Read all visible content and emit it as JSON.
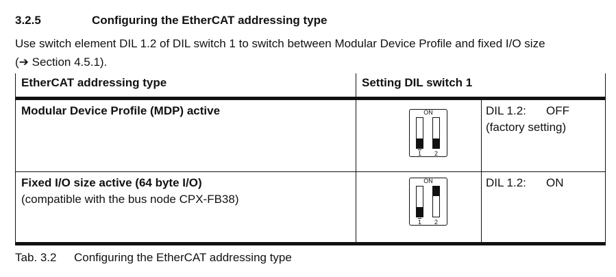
{
  "section": {
    "number": "3.2.5",
    "title": "Configuring the EtherCAT addressing type",
    "intro": "Use switch element DIL 1.2 of DIL switch 1 to switch between Modular Device Profile and fixed I/O size",
    "arrow": "➔",
    "reference": "Section 4.5.1)."
  },
  "table": {
    "headers": [
      "EtherCAT addressing type",
      "Setting DIL switch 1"
    ],
    "rows": [
      {
        "type_bold": "Modular Device Profile (MDP) active",
        "type_note": "",
        "switch_on_label": "ON",
        "switch_1": "off",
        "switch_2": "off",
        "num_1": "1",
        "num_2": "2",
        "setting_label": "DIL 1.2:",
        "setting_value": "OFF",
        "setting_note": "(factory setting)"
      },
      {
        "type_bold": "Fixed I/O size active (64 byte I/O)",
        "type_note": "(compatible with the bus node CPX-FB38)",
        "switch_on_label": "ON",
        "switch_1": "off",
        "switch_2": "on",
        "num_1": "1",
        "num_2": "2",
        "setting_label": "DIL 1.2:",
        "setting_value": "ON",
        "setting_note": ""
      }
    ]
  },
  "caption": {
    "number": "Tab. 3.2",
    "text": "Configuring the EtherCAT addressing type"
  }
}
